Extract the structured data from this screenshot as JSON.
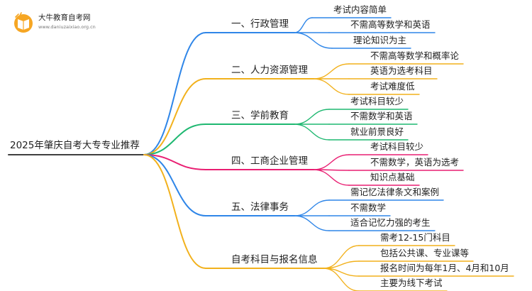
{
  "logo": {
    "name": "大牛教育自考网",
    "url": "www.daniuzaixiao.org.cn"
  },
  "colors": {
    "root_line": "#3f3f3f",
    "branches": [
      "#2f86e8",
      "#f2b11c",
      "#1fb871",
      "#e91e72",
      "#2f86e8",
      "#f2b11c"
    ]
  },
  "mindmap": {
    "root": "2025年肇庆自考大专专业推荐",
    "branches": [
      {
        "label": "一、行政管理",
        "leaves": [
          "考试内容简单",
          "不需高等数学和英语",
          "理论知识为主"
        ]
      },
      {
        "label": "二、人力资源管理",
        "leaves": [
          "不需高等数学和概率论",
          "英语为选考科目",
          "考试难度低"
        ]
      },
      {
        "label": "三、学前教育",
        "leaves": [
          "考试科目较少",
          "不需数学和英语",
          "就业前景良好"
        ]
      },
      {
        "label": "四、工商企业管理",
        "leaves": [
          "考试科目较少",
          "不需数学，英语为选考",
          "知识点基础"
        ]
      },
      {
        "label": "五、法律事务",
        "leaves": [
          "需记忆法律条文和案例",
          "不需数学",
          "适合记忆力强的考生"
        ]
      },
      {
        "label": "自考科目与报名信息",
        "leaves": [
          "需考12-15门科目",
          "包括公共课、专业课等",
          "报名时间为每年1月、4月和10月",
          "主要为线下考试"
        ]
      }
    ]
  }
}
